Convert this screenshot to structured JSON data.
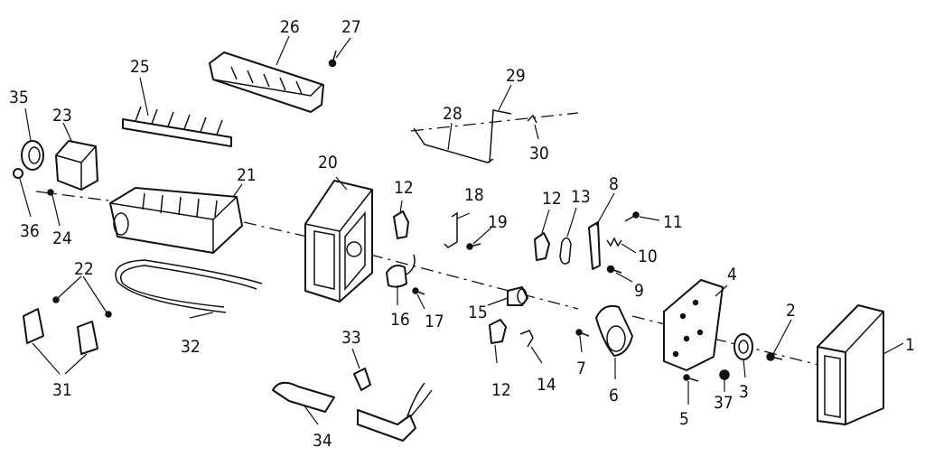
{
  "diagram": {
    "callouts": {
      "c1": "1",
      "c2": "2",
      "c3": "3",
      "c4": "4",
      "c5": "5",
      "c6": "6",
      "c7": "7",
      "c8": "8",
      "c9": "9",
      "c10": "10",
      "c11": "11",
      "c12a": "12",
      "c12b": "12",
      "c12c": "12",
      "c13": "13",
      "c14": "14",
      "c15": "15",
      "c16": "16",
      "c17": "17",
      "c18": "18",
      "c19": "19",
      "c20": "20",
      "c21": "21",
      "c22": "22",
      "c23": "23",
      "c24": "24",
      "c25": "25",
      "c26": "26",
      "c27": "27",
      "c28": "28",
      "c29": "29",
      "c30": "30",
      "c31": "31",
      "c32": "32",
      "c33": "33",
      "c34": "34",
      "c35": "35",
      "c36": "36",
      "c37": "37"
    }
  }
}
